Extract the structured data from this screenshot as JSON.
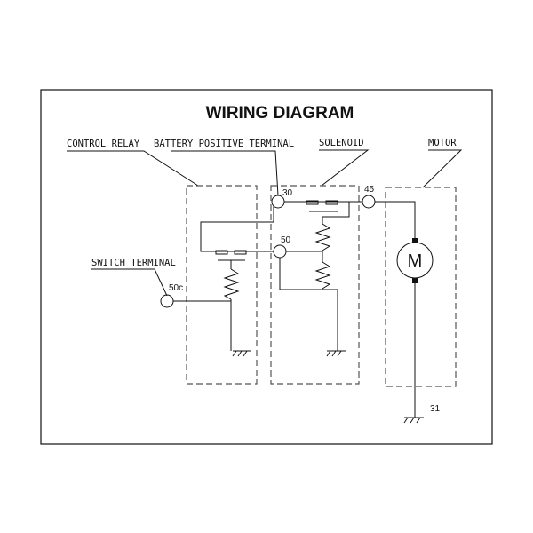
{
  "title": "WIRING DIAGRAM",
  "labels": {
    "control_relay": "CONTROL RELAY",
    "battery_positive": "BATTERY POSITIVE TERMINAL",
    "solenoid": "SOLENOID",
    "motor": "MOTOR",
    "switch_terminal": "SWITCH TERMINAL"
  },
  "terminals": {
    "t30": "30",
    "t45": "45",
    "t50": "50",
    "t50c": "50c",
    "t31": "31"
  },
  "motor_symbol": "M"
}
